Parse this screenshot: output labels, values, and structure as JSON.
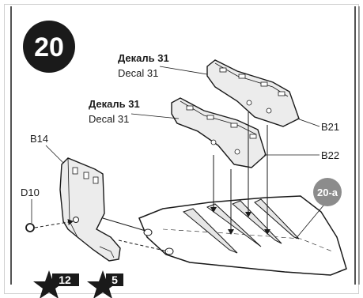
{
  "step": {
    "number": "20",
    "detail_badge": "20-a"
  },
  "decals": [
    {
      "ru": "Декаль 31",
      "en": "Decal 31"
    },
    {
      "ru": "Декаль 31",
      "en": "Decal 31"
    }
  ],
  "parts": {
    "b21": "B21",
    "b22": "B22",
    "b14": "B14",
    "d10": "D10"
  },
  "stars": [
    {
      "label": "12"
    },
    {
      "label": "5"
    }
  ],
  "colors": {
    "ink": "#1a1a1a",
    "badge_dark": "#1a1a1a",
    "badge_grey": "#8c8c8c",
    "part_shade": "#e6e6e6",
    "paper": "#ffffff"
  }
}
